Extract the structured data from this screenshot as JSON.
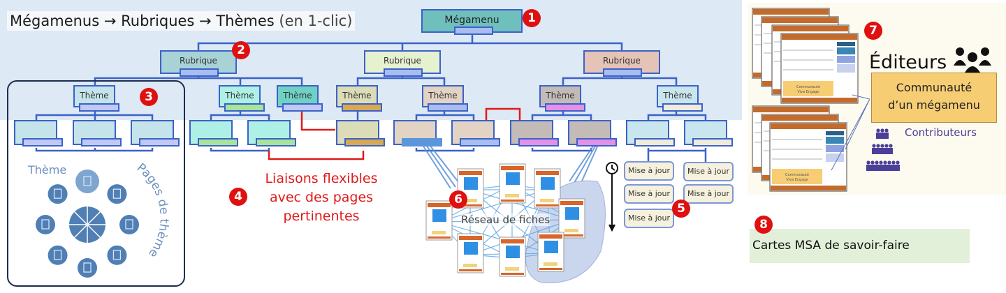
{
  "title": {
    "prefix": "Mégamenus → Rubriques → Thèmes",
    "suffix": "(en 1-clic)"
  },
  "colors": {
    "node_border": "#3b62c9",
    "badge_red": "#e01010",
    "link_red": "#e01a1a",
    "band_blue": "#dde9f4"
  },
  "megamenu": {
    "label": "Mégamenu",
    "badge": "1"
  },
  "rubriques": [
    {
      "label": "Rubrique",
      "fill": "#a8d2d6",
      "bar": "#a9bdf0",
      "badge": "2"
    },
    {
      "label": "Rubrique",
      "fill": "#e6f2cf",
      "bar": "#a9bdf0"
    },
    {
      "label": "Rubrique",
      "fill": "#e5c3b6",
      "bar": "#a9bdf0"
    }
  ],
  "themes": [
    {
      "label": "Thème",
      "fill": "#c5e3ea",
      "bar": "#c1c8f3",
      "badge": "3"
    },
    {
      "label": "Thème",
      "fill": "#aef0e6",
      "bar": "#a8e59a"
    },
    {
      "label": "Thème",
      "fill": "#6fd1c4",
      "bar": "#c1c8f3"
    },
    {
      "label": "Thème",
      "fill": "#dcdcb8",
      "bar": "#d9a853"
    },
    {
      "label": "Thème",
      "fill": "#e2d3c4",
      "bar": "#a9bdf0"
    },
    {
      "label": "Thème",
      "fill": "#c2bbb8",
      "bar": "#e390e6"
    },
    {
      "label": "Thème",
      "fill": "#c9e6ef",
      "bar": "#f1ecd9"
    }
  ],
  "theme_circle": {
    "theme_label": "Thème",
    "pages_label": "Pages de thème"
  },
  "liaisons": {
    "badge": "4",
    "lines": [
      "Liaisons flexibles",
      "avec des pages",
      "pertinentes"
    ]
  },
  "mises_a_jour": {
    "badge": "5",
    "items": [
      "Mise à jour",
      "Mise à jour",
      "Mise à jour",
      "Mise à jour",
      "Mise à jour"
    ]
  },
  "reseau": {
    "badge": "6",
    "label": "Réseau de fiches"
  },
  "communaute_panel": {
    "badge": "7",
    "editeurs": "Éditeurs",
    "communaute_line1": "Communauté",
    "communaute_line2": "d’un mégamenu",
    "contributeurs": "Contributeurs",
    "card_caption_line1": "Communauté",
    "card_caption_line2": "Viva Engage"
  },
  "cartes_msa": {
    "badge": "8",
    "label": "Cartes MSA de savoir-faire"
  }
}
